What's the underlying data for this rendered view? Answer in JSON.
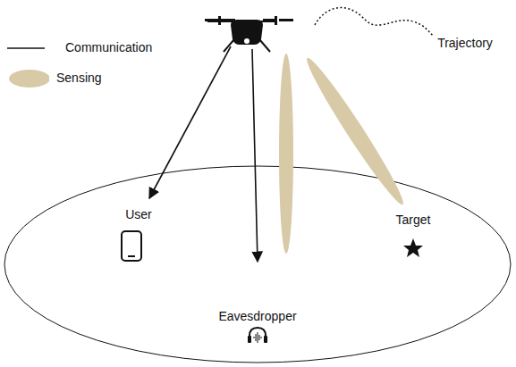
{
  "diagram": {
    "labels": [
      "Trajectory",
      "User",
      "Target",
      "Eavesdropper"
    ],
    "legend": [
      {
        "text": "Communication"
      },
      {
        "text": "Sensing",
        "color": "#d8c9a7"
      }
    ]
  }
}
